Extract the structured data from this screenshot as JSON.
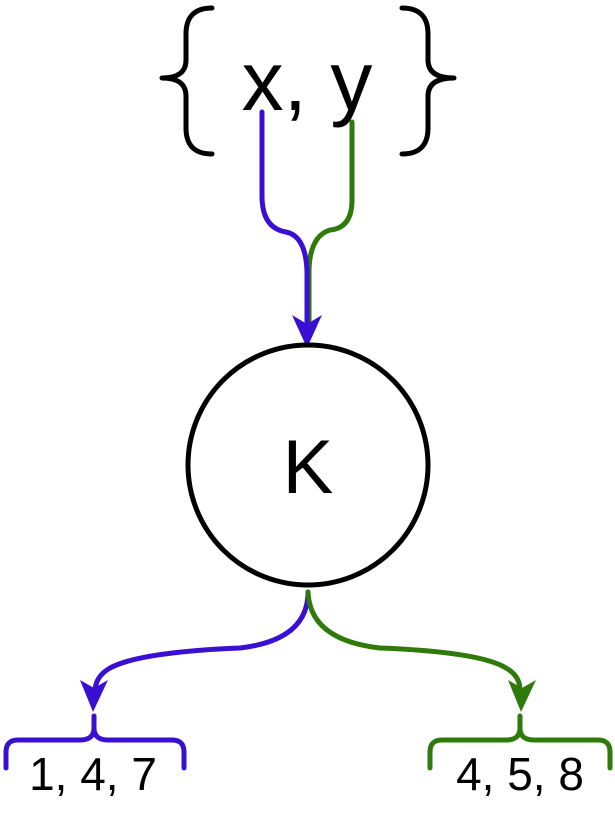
{
  "input": {
    "label": "x, y",
    "open_brace": "{",
    "close_brace": "}"
  },
  "node": {
    "label": "K"
  },
  "outputs": {
    "left": {
      "label": "1, 4, 7"
    },
    "right": {
      "label": "4, 5, 8"
    }
  },
  "colors": {
    "x_path": "#3a0fd4",
    "y_path": "#2e7a0a",
    "outline": "#000000"
  }
}
